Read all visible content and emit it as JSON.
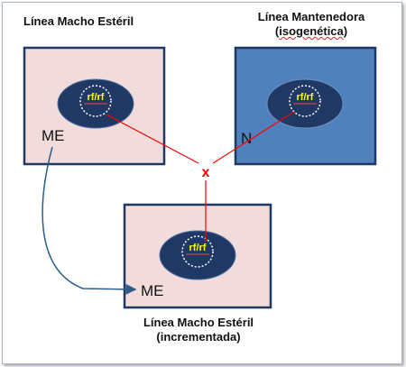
{
  "labels": {
    "sterile_line": "Línea Macho Estéril",
    "maintainer_line_1": "Línea Mantenedora",
    "maintainer_line_2_pre": "(",
    "maintainer_line_2_word": "isogenética",
    "maintainer_line_2_post": ")",
    "incremented_line_1": "Línea Macho Estéril",
    "incremented_line_2": "(incrementada)"
  },
  "cells": {
    "sterile": {
      "genotype": "rf/rf",
      "tag": "ME"
    },
    "maintainer": {
      "genotype": "rf/rf",
      "tag": "N"
    },
    "progeny": {
      "genotype": "rf/rf",
      "tag": "ME"
    }
  },
  "cross_symbol": "x",
  "colors": {
    "pink_fill": "#f2dcdb",
    "blue_fill": "#4f81bd",
    "nucleus_fill": "#1f3864",
    "genotype_text": "#ffff00",
    "cross_line": "#ff0000",
    "arrow": "#2e5c8a"
  }
}
